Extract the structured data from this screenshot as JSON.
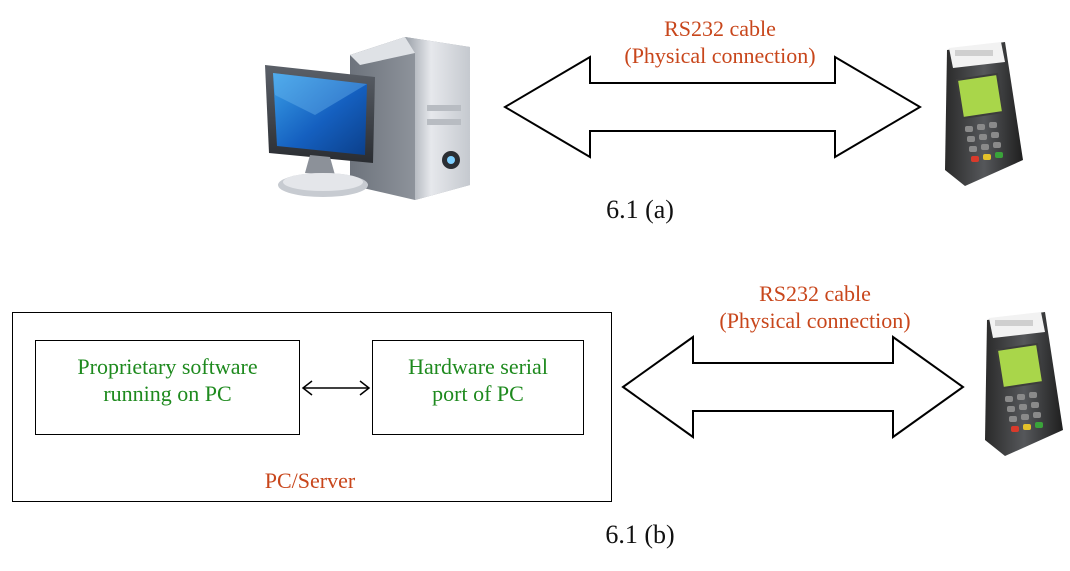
{
  "figure_a": {
    "cable_label_line1": "RS232 cable",
    "cable_label_line2": "(Physical connection)",
    "caption": "6.1 (a)"
  },
  "figure_b": {
    "cable_label_line1": "RS232 cable",
    "cable_label_line2": "(Physical connection)",
    "software_box_line1": "Proprietary software",
    "software_box_line2": "running on PC",
    "serial_box_line1": "Hardware serial",
    "serial_box_line2": "port of PC",
    "container_label": "PC/Server",
    "caption": "6.1 (b)"
  },
  "icons": {
    "computer": "desktop-computer-icon",
    "terminal": "payment-terminal-icon"
  },
  "colors": {
    "label_red": "#c8461b",
    "box_text_green": "#1e8a1e"
  }
}
